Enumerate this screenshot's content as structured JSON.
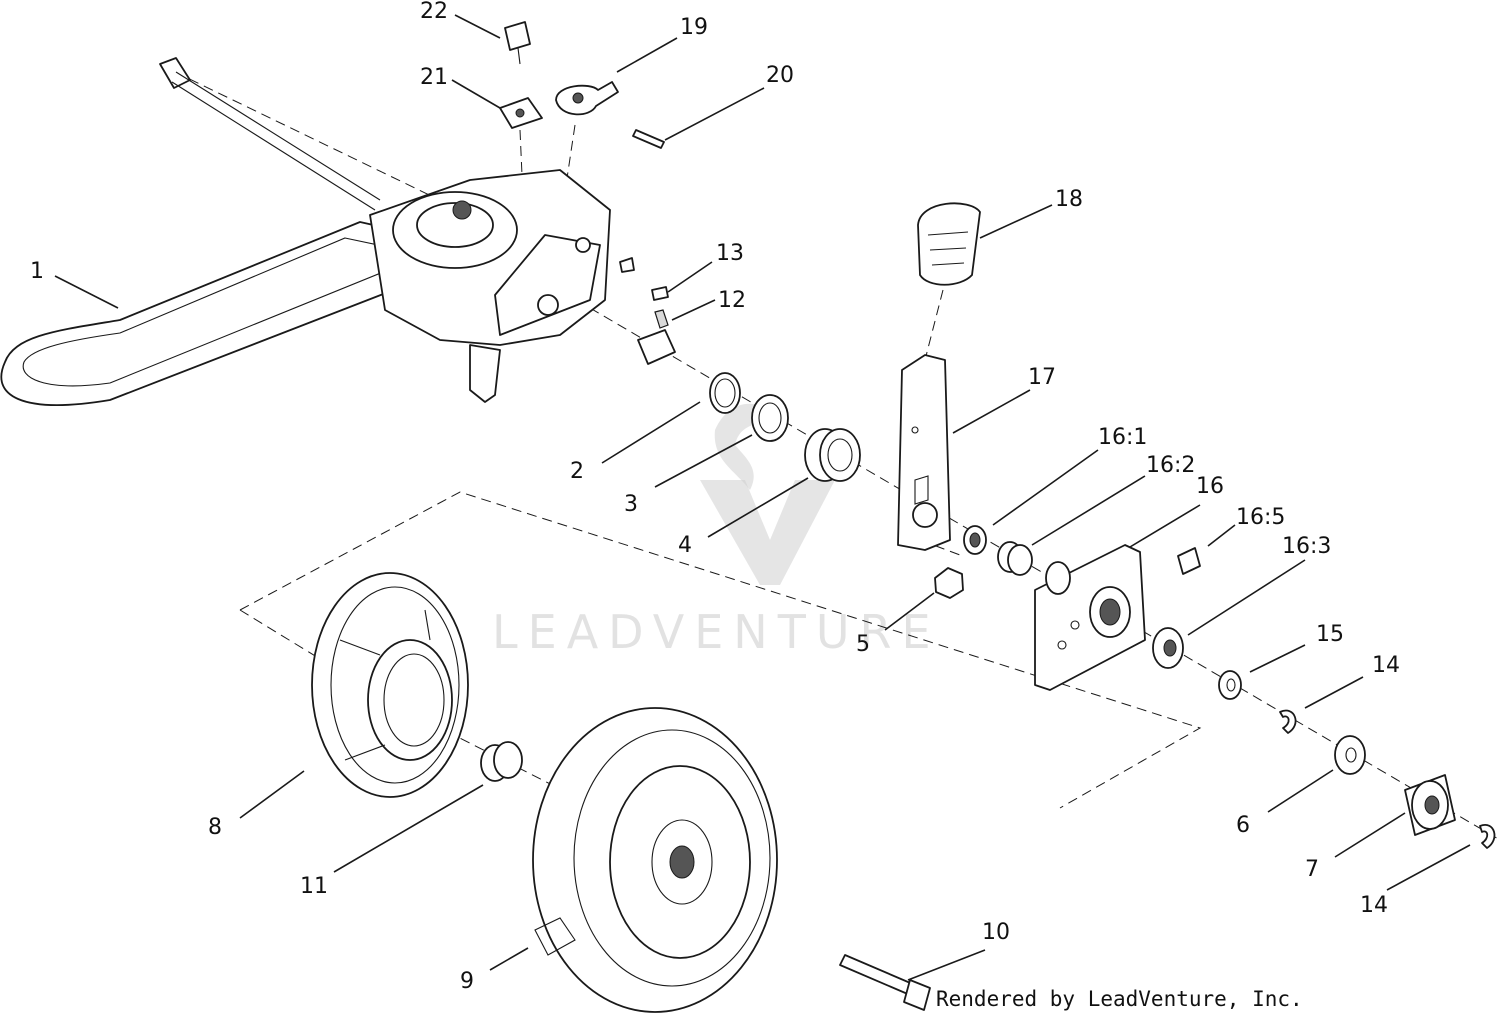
{
  "diagram": {
    "callouts": [
      {
        "id": "p1",
        "label": "1"
      },
      {
        "id": "p2",
        "label": "2"
      },
      {
        "id": "p3",
        "label": "3"
      },
      {
        "id": "p4",
        "label": "4"
      },
      {
        "id": "p5",
        "label": "5"
      },
      {
        "id": "p6",
        "label": "6"
      },
      {
        "id": "p7",
        "label": "7"
      },
      {
        "id": "p8",
        "label": "8"
      },
      {
        "id": "p9",
        "label": "9"
      },
      {
        "id": "p10",
        "label": "10"
      },
      {
        "id": "p11",
        "label": "11"
      },
      {
        "id": "p12",
        "label": "12"
      },
      {
        "id": "p13",
        "label": "13"
      },
      {
        "id": "p14a",
        "label": "14"
      },
      {
        "id": "p14b",
        "label": "14"
      },
      {
        "id": "p15",
        "label": "15"
      },
      {
        "id": "p16",
        "label": "16"
      },
      {
        "id": "p16_1",
        "label": "16:1"
      },
      {
        "id": "p16_2",
        "label": "16:2"
      },
      {
        "id": "p16_3",
        "label": "16:3"
      },
      {
        "id": "p16_5",
        "label": "16:5"
      },
      {
        "id": "p17",
        "label": "17"
      },
      {
        "id": "p18",
        "label": "18"
      },
      {
        "id": "p19",
        "label": "19"
      },
      {
        "id": "p20",
        "label": "20"
      },
      {
        "id": "p21",
        "label": "21"
      },
      {
        "id": "p22",
        "label": "22"
      }
    ]
  },
  "watermark": {
    "text": "LEADVENTURE"
  },
  "credit": {
    "text": "Rendered by LeadVenture, Inc."
  }
}
